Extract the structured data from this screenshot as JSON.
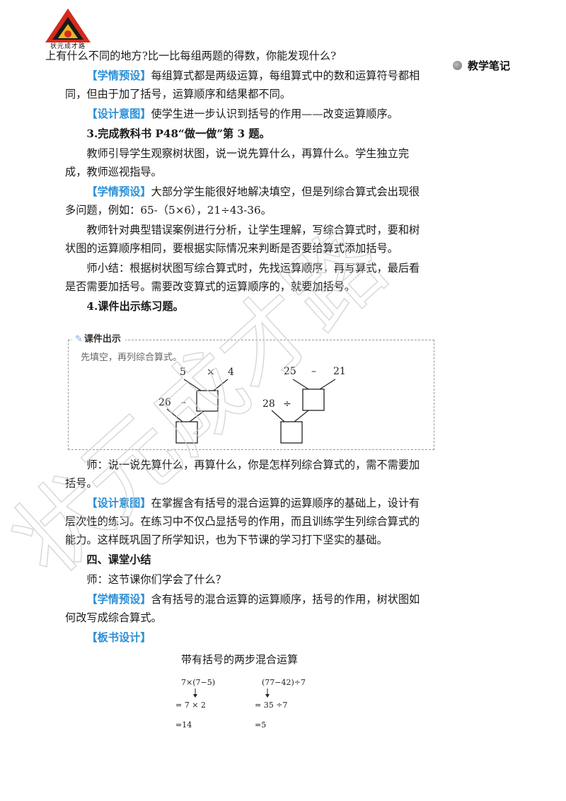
{
  "logo": {
    "text": "状元成才路"
  },
  "sidebar": {
    "notes_label": "教学笔记"
  },
  "body": {
    "line0": "上有什么不同的地方?比一比每组两题的得数，你能发现什么?",
    "p1_tag": "【学情预设】",
    "p1_text": "每组算式都是两级运算，每组算式中的数和运算符号都相同，但由于加了括号，运算顺序和结果都不同。",
    "p2_tag": "【设计意图】",
    "p2_text": "使学生进一步认识到括号的作用——改变运算顺序。",
    "h3": "3.完成教科书 P48“做一做”第 3 题。",
    "p3": "教师引导学生观察树状图，说一说先算什么，再算什么。学生独立完成，教师巡视指导。",
    "p4_tag": "【学情预设】",
    "p4_text": "大部分学生能很好地解决填空，但是列综合算式会出现很多问题，例如：65-（5×6），21÷43-36。",
    "p5": "教师针对典型错误案例进行分析，让学生理解，写综合算式时，要和树状图的运算顺序相同，要根据实际情况来判断是否要给算式添加括号。",
    "p6": "师小结：根据树状图写综合算式时，先找运算顺序，再写算式，最后看是否需要加括号。需要改变算式的运算顺序的，就要加括号。",
    "h4": "4.课件出示练习题。",
    "p7": "师：说一说先算什么，再算什么，你是怎样列综合算式的，需不需要加括号。",
    "p8_tag": "【设计意图】",
    "p8_text": "在掌握含有括号的混合运算的运算顺序的基础上，设计有层次性的练习。在练习中不仅凸显括号的作用，而且训练学生列综合算式的能力。这样既巩固了所学知识，也为下节课的学习打下坚实的基础。",
    "h5": "四、课堂小结",
    "p9": "师：这节课你们学会了什么？",
    "p10_tag": "【学情预设】",
    "p10_text": "含有括号的混合运算的运算顺序，括号的作用，树状图如何改写成综合算式。",
    "p11_tag": "【板书设计】"
  },
  "exercise": {
    "title": "课件出示",
    "instruction": "先填空，再列综合算式。",
    "tree1": {
      "a": "5",
      "op1": "×",
      "b": "4",
      "c": "26",
      "op2": "–"
    },
    "tree2": {
      "a": "25",
      "op1": "–",
      "b": "21",
      "c": "28",
      "op2": "÷"
    }
  },
  "board": {
    "title": "带有括号的两步混合运算",
    "left": {
      "expr": "7×(7−5)",
      "step1": "= 7 × 2",
      "step2": "=14"
    },
    "right": {
      "expr": "(77−42)÷7",
      "step1": "= 35 ÷7",
      "step2": "=5"
    }
  },
  "watermark": {
    "text": "状元成才路"
  },
  "colors": {
    "tag": "#2a8fd6",
    "logo_red": "#d62a1e",
    "logo_black": "#1a1a1a"
  }
}
